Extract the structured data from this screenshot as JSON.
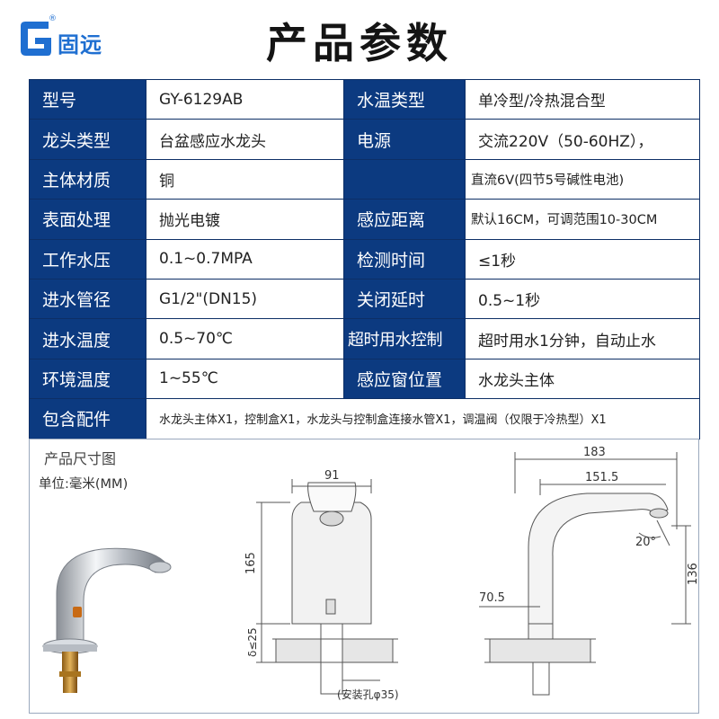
{
  "brand": {
    "name": "固远",
    "registered": "®",
    "color": "#1f6fd1"
  },
  "title": "产品参数",
  "colors": {
    "label_bg": "#0c3a80",
    "border": "#0d2f66"
  },
  "specs": {
    "rows": [
      {
        "l1": "型号",
        "v1": "GY-6129AB",
        "l2": "水温类型",
        "v2": "单冷型/冷热混合型"
      },
      {
        "l1": "龙头类型",
        "v1": "台盆感应水龙头",
        "l2": "电源",
        "v2": "交流220V（50-60HZ），"
      },
      {
        "l1": "主体材质",
        "v1": "铜",
        "l2": "",
        "v2": "直流6V(四节5号碱性电池)"
      },
      {
        "l1": "表面处理",
        "v1": "抛光电镀",
        "l2": "感应距离",
        "v2": "默认16CM，可调范围10-30CM"
      },
      {
        "l1": "工作水压",
        "v1": "0.1~0.7MPA",
        "l2": "检测时间",
        "v2": "≤1秒"
      },
      {
        "l1": "进水管径",
        "v1": "G1/2\"(DN15)",
        "l2": "关闭延时",
        "v2": "0.5~1秒"
      },
      {
        "l1": "进水温度",
        "v1": "0.5~70℃",
        "l2": "超时用水控制",
        "v2": "超时用水1分钟，自动止水"
      },
      {
        "l1": "环境温度",
        "v1": "1~55℃",
        "l2": "感应窗位置",
        "v2": "水龙头主体"
      }
    ],
    "accessories": {
      "label": "包含配件",
      "value": "水龙头主体X1，控制盒X1，水龙头与控制盒连接水管X1，调温阀（仅限于冷热型）X1"
    }
  },
  "dimensions": {
    "title": "产品尺寸图",
    "unit": "单位:毫米(MM)",
    "front": {
      "width": "91",
      "height": "165",
      "deck": "δ≤25",
      "hole": "(安装孔φ35)"
    },
    "side": {
      "overall": "183",
      "reach": "151.5",
      "angle": "20°",
      "height": "136",
      "base": "70.5"
    }
  }
}
